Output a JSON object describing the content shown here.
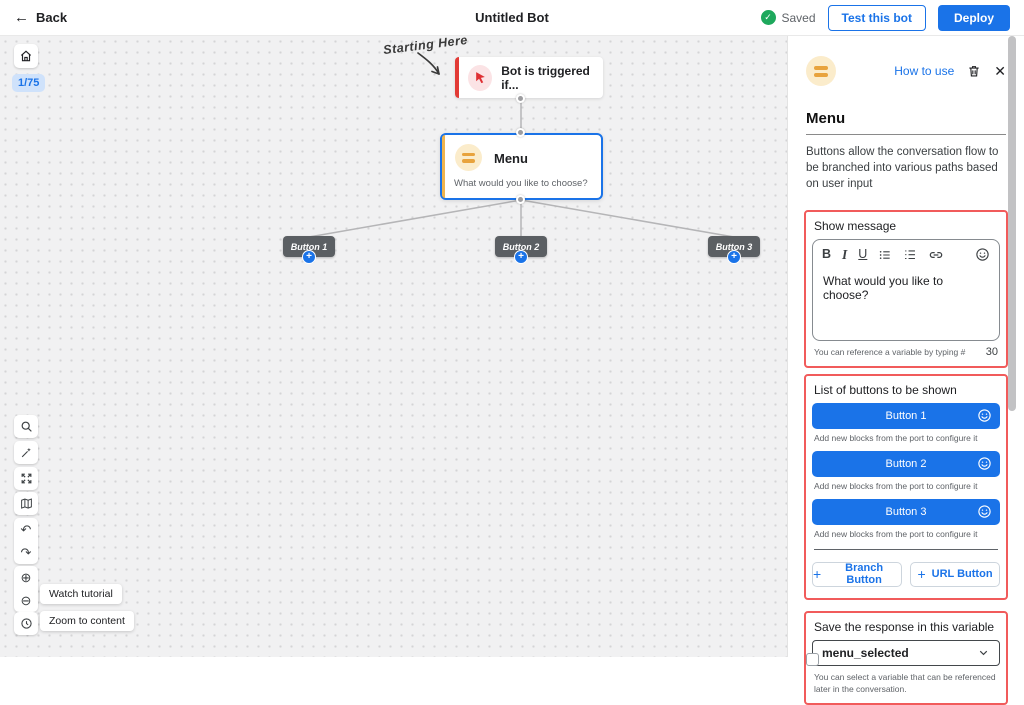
{
  "topbar": {
    "back": "Back",
    "title": "Untitled Bot",
    "saved": "Saved",
    "test_bot": "Test this bot",
    "deploy": "Deploy"
  },
  "canvas": {
    "zoom_badge": "1/75",
    "annotation": "Starting Here",
    "trigger_label": "Bot is triggered if...",
    "menu_title": "Menu",
    "menu_subtitle": "What would you like to choose?",
    "button1": "Button 1",
    "button2": "Button 2",
    "button3": "Button 3",
    "watch_tutorial": "Watch tutorial",
    "zoom_to_content": "Zoom to content"
  },
  "panel": {
    "how_to_use": "How to use",
    "title": "Menu",
    "description": "Buttons allow the conversation flow to be branched into various paths based on user input",
    "show_message": {
      "label": "Show message",
      "value": "What would you like to choose?",
      "hint": "You can reference a variable by typing #",
      "char_count": "30"
    },
    "buttons": {
      "label": "List of buttons to be shown",
      "item1": "Button 1",
      "item2": "Button 2",
      "item3": "Button 3",
      "caption": "Add new blocks from the port to configure it",
      "branch": "Branch Button",
      "url": "URL Button"
    },
    "variable": {
      "label": "Save the response in this variable",
      "value": "menu_selected",
      "hint": "You can select a variable that can be referenced later in the conversation."
    }
  },
  "icons": {
    "back_arrow": "←",
    "check": "✓",
    "plus": "+",
    "close": "✕",
    "undo": "↶",
    "redo": "↷",
    "zoom_in": "⊕",
    "zoom_out": "⊖",
    "bold": "B",
    "italic": "I",
    "underline": "U"
  },
  "colors": {
    "accent_blue": "#1a73e8",
    "alert_red": "#f15b5b",
    "saved_green": "#1ea85c",
    "node_orange": "#e8a33d",
    "chip_gray": "#5b5f63",
    "canvas_bg": "#f1f1f2"
  }
}
